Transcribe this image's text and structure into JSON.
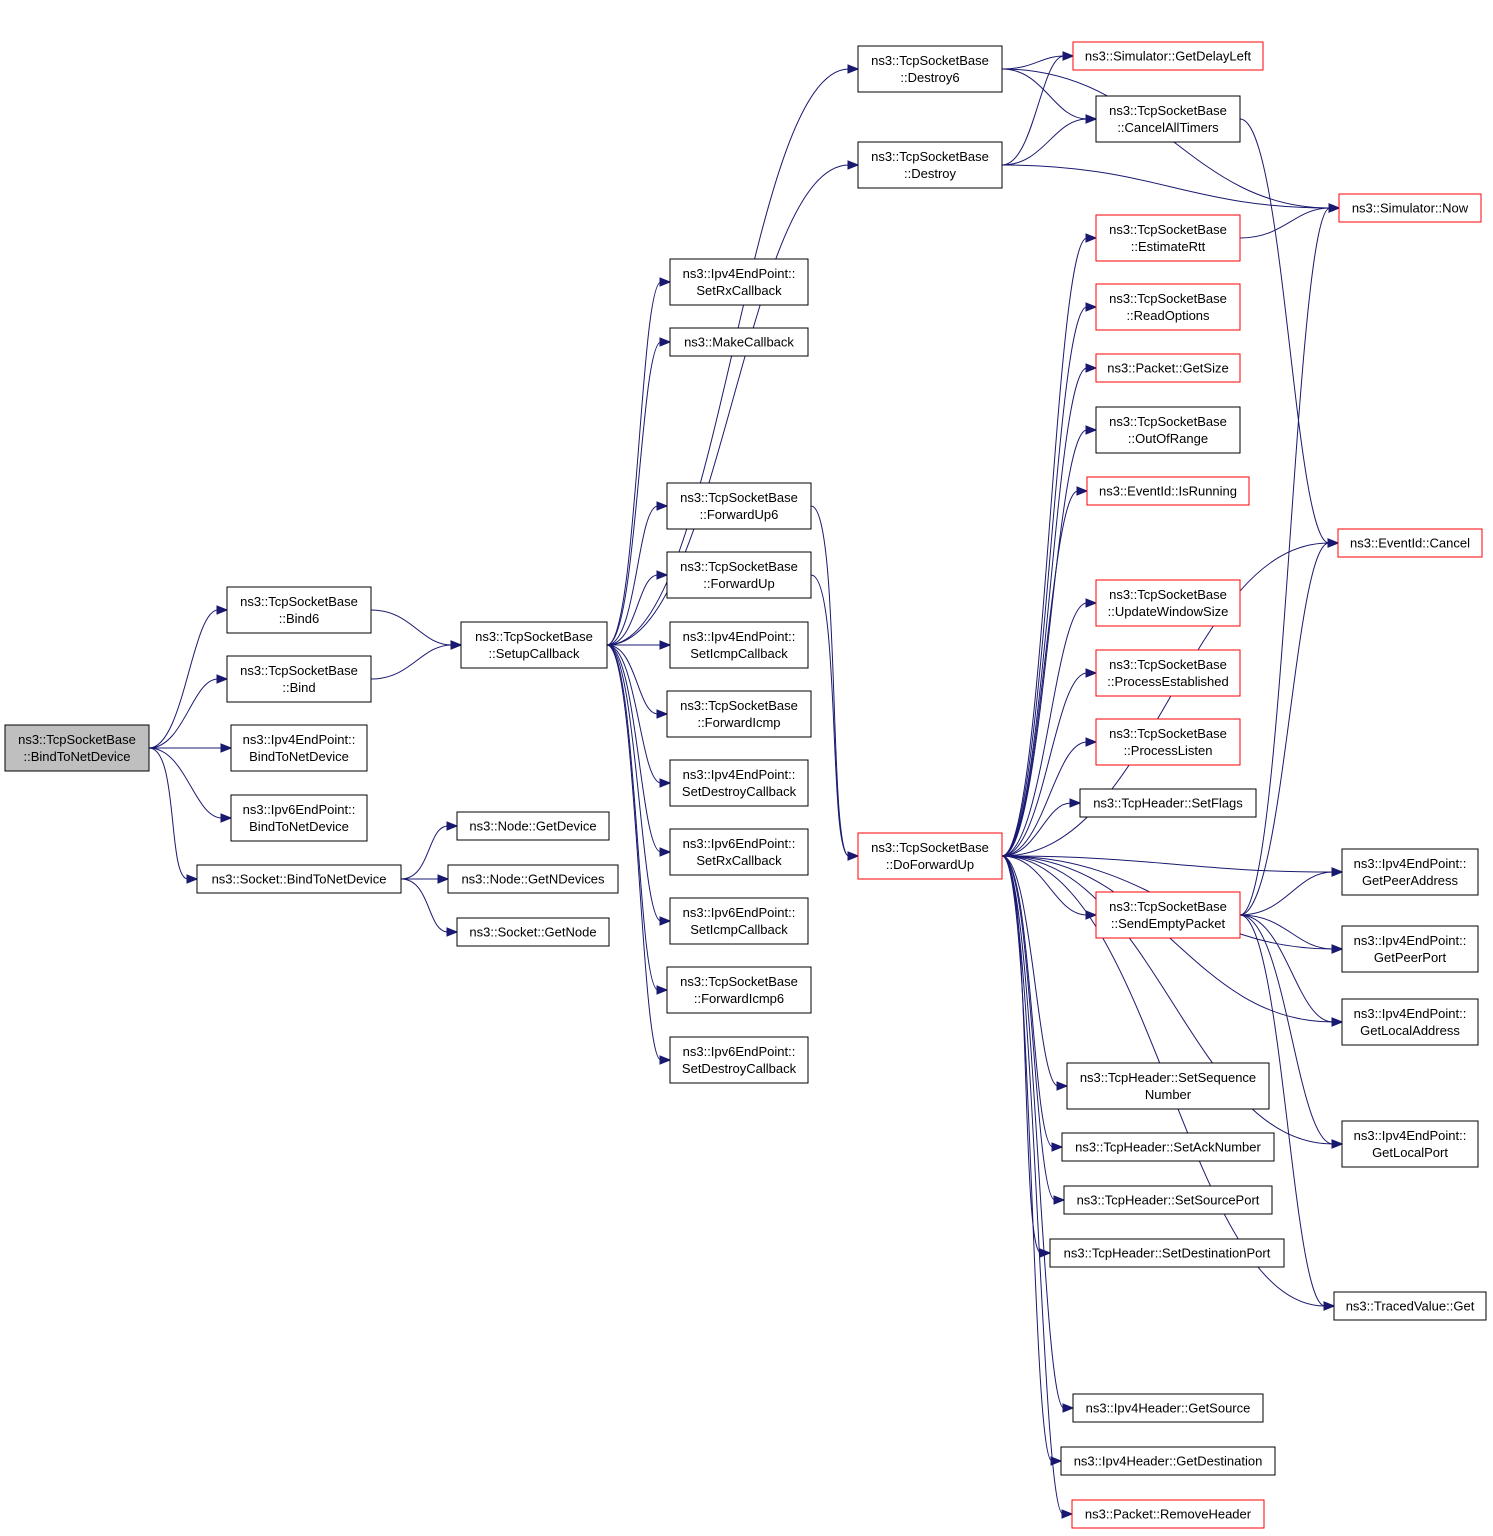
{
  "colors": {
    "edge": "#191970",
    "node_border": "#000000",
    "node_border_truncated": "#ff0000",
    "root_fill": "#bfbfbf",
    "node_fill": "#ffffff",
    "background": "#ffffff"
  },
  "nodes": [
    {
      "id": "n0",
      "lines": [
        "ns3::TcpSocketBase",
        "::BindToNetDevice"
      ],
      "root": true
    },
    {
      "id": "n1",
      "lines": [
        "ns3::TcpSocketBase",
        "::Bind6"
      ]
    },
    {
      "id": "n2",
      "lines": [
        "ns3::TcpSocketBase",
        "::Bind"
      ]
    },
    {
      "id": "n3",
      "lines": [
        "ns3::Ipv4EndPoint::",
        "BindToNetDevice"
      ]
    },
    {
      "id": "n4",
      "lines": [
        "ns3::Ipv6EndPoint::",
        "BindToNetDevice"
      ]
    },
    {
      "id": "n5",
      "lines": [
        "ns3::Socket::BindToNetDevice"
      ]
    },
    {
      "id": "n6",
      "lines": [
        "ns3::TcpSocketBase",
        "::SetupCallback"
      ]
    },
    {
      "id": "n7",
      "lines": [
        "ns3::Node::GetDevice"
      ]
    },
    {
      "id": "n8",
      "lines": [
        "ns3::Node::GetNDevices"
      ]
    },
    {
      "id": "n9",
      "lines": [
        "ns3::Socket::GetNode"
      ]
    },
    {
      "id": "n10",
      "lines": [
        "ns3::Ipv4EndPoint::",
        "SetRxCallback"
      ]
    },
    {
      "id": "n11",
      "lines": [
        "ns3::MakeCallback"
      ]
    },
    {
      "id": "n12",
      "lines": [
        "ns3::TcpSocketBase",
        "::ForwardUp6"
      ]
    },
    {
      "id": "n13",
      "lines": [
        "ns3::TcpSocketBase",
        "::ForwardUp"
      ]
    },
    {
      "id": "n14",
      "lines": [
        "ns3::Ipv4EndPoint::",
        "SetIcmpCallback"
      ]
    },
    {
      "id": "n15",
      "lines": [
        "ns3::TcpSocketBase",
        "::ForwardIcmp"
      ]
    },
    {
      "id": "n16",
      "lines": [
        "ns3::Ipv4EndPoint::",
        "SetDestroyCallback"
      ]
    },
    {
      "id": "n17",
      "lines": [
        "ns3::Ipv6EndPoint::",
        "SetRxCallback"
      ]
    },
    {
      "id": "n18",
      "lines": [
        "ns3::Ipv6EndPoint::",
        "SetIcmpCallback"
      ]
    },
    {
      "id": "n19",
      "lines": [
        "ns3::TcpSocketBase",
        "::ForwardIcmp6"
      ]
    },
    {
      "id": "n20",
      "lines": [
        "ns3::Ipv6EndPoint::",
        "SetDestroyCallback"
      ]
    },
    {
      "id": "n21",
      "lines": [
        "ns3::TcpSocketBase",
        "::Destroy6"
      ]
    },
    {
      "id": "n22",
      "lines": [
        "ns3::TcpSocketBase",
        "::Destroy"
      ]
    },
    {
      "id": "n23",
      "lines": [
        "ns3::TcpSocketBase",
        "::DoForwardUp"
      ],
      "truncated": true
    },
    {
      "id": "n24",
      "lines": [
        "ns3::Simulator::GetDelayLeft"
      ],
      "truncated": true
    },
    {
      "id": "n25",
      "lines": [
        "ns3::TcpSocketBase",
        "::CancelAllTimers"
      ]
    },
    {
      "id": "n26",
      "lines": [
        "ns3::TcpSocketBase",
        "::EstimateRtt"
      ],
      "truncated": true
    },
    {
      "id": "n27",
      "lines": [
        "ns3::TcpSocketBase",
        "::ReadOptions"
      ],
      "truncated": true
    },
    {
      "id": "n28",
      "lines": [
        "ns3::Packet::GetSize"
      ],
      "truncated": true
    },
    {
      "id": "n29",
      "lines": [
        "ns3::TcpSocketBase",
        "::OutOfRange"
      ]
    },
    {
      "id": "n30",
      "lines": [
        "ns3::EventId::IsRunning"
      ],
      "truncated": true
    },
    {
      "id": "n31",
      "lines": [
        "ns3::TcpSocketBase",
        "::UpdateWindowSize"
      ],
      "truncated": true
    },
    {
      "id": "n32",
      "lines": [
        "ns3::TcpSocketBase",
        "::ProcessEstablished"
      ],
      "truncated": true
    },
    {
      "id": "n33",
      "lines": [
        "ns3::TcpSocketBase",
        "::ProcessListen"
      ],
      "truncated": true
    },
    {
      "id": "n34",
      "lines": [
        "ns3::TcpHeader::SetFlags"
      ]
    },
    {
      "id": "n35",
      "lines": [
        "ns3::TcpSocketBase",
        "::SendEmptyPacket"
      ],
      "truncated": true
    },
    {
      "id": "n36",
      "lines": [
        "ns3::TcpHeader::SetSequence",
        "Number"
      ]
    },
    {
      "id": "n37",
      "lines": [
        "ns3::TcpHeader::SetAckNumber"
      ]
    },
    {
      "id": "n38",
      "lines": [
        "ns3::TcpHeader::SetSourcePort"
      ]
    },
    {
      "id": "n39",
      "lines": [
        "ns3::TcpHeader::SetDestinationPort"
      ]
    },
    {
      "id": "n40",
      "lines": [
        "ns3::Ipv4Header::GetSource"
      ]
    },
    {
      "id": "n41",
      "lines": [
        "ns3::Ipv4Header::GetDestination"
      ]
    },
    {
      "id": "n42",
      "lines": [
        "ns3::Packet::RemoveHeader"
      ],
      "truncated": true
    },
    {
      "id": "n43",
      "lines": [
        "ns3::Simulator::Now"
      ],
      "truncated": true
    },
    {
      "id": "n44",
      "lines": [
        "ns3::EventId::Cancel"
      ],
      "truncated": true
    },
    {
      "id": "n45",
      "lines": [
        "ns3::Ipv4EndPoint::",
        "GetPeerAddress"
      ]
    },
    {
      "id": "n46",
      "lines": [
        "ns3::Ipv4EndPoint::",
        "GetPeerPort"
      ]
    },
    {
      "id": "n47",
      "lines": [
        "ns3::Ipv4EndPoint::",
        "GetLocalAddress"
      ]
    },
    {
      "id": "n48",
      "lines": [
        "ns3::Ipv4EndPoint::",
        "GetLocalPort"
      ]
    },
    {
      "id": "n49",
      "lines": [
        "ns3::TracedValue::Get"
      ]
    }
  ],
  "edges": [
    [
      "n0",
      "n1"
    ],
    [
      "n0",
      "n2"
    ],
    [
      "n0",
      "n3"
    ],
    [
      "n0",
      "n4"
    ],
    [
      "n0",
      "n5"
    ],
    [
      "n1",
      "n6"
    ],
    [
      "n2",
      "n6"
    ],
    [
      "n5",
      "n7"
    ],
    [
      "n5",
      "n8"
    ],
    [
      "n5",
      "n9"
    ],
    [
      "n6",
      "n10"
    ],
    [
      "n6",
      "n11"
    ],
    [
      "n6",
      "n12"
    ],
    [
      "n6",
      "n13"
    ],
    [
      "n6",
      "n14"
    ],
    [
      "n6",
      "n15"
    ],
    [
      "n6",
      "n16"
    ],
    [
      "n6",
      "n17"
    ],
    [
      "n6",
      "n18"
    ],
    [
      "n6",
      "n19"
    ],
    [
      "n6",
      "n20"
    ],
    [
      "n6",
      "n21"
    ],
    [
      "n6",
      "n22"
    ],
    [
      "n12",
      "n23"
    ],
    [
      "n13",
      "n23"
    ],
    [
      "n21",
      "n24"
    ],
    [
      "n21",
      "n25"
    ],
    [
      "n21",
      "n43"
    ],
    [
      "n22",
      "n24"
    ],
    [
      "n22",
      "n25"
    ],
    [
      "n22",
      "n43"
    ],
    [
      "n25",
      "n44"
    ],
    [
      "n23",
      "n26"
    ],
    [
      "n23",
      "n27"
    ],
    [
      "n23",
      "n28"
    ],
    [
      "n23",
      "n29"
    ],
    [
      "n23",
      "n30"
    ],
    [
      "n23",
      "n44"
    ],
    [
      "n23",
      "n31"
    ],
    [
      "n23",
      "n32"
    ],
    [
      "n23",
      "n33"
    ],
    [
      "n23",
      "n34"
    ],
    [
      "n23",
      "n45"
    ],
    [
      "n23",
      "n35"
    ],
    [
      "n23",
      "n46"
    ],
    [
      "n23",
      "n47"
    ],
    [
      "n23",
      "n36"
    ],
    [
      "n23",
      "n37"
    ],
    [
      "n23",
      "n38"
    ],
    [
      "n23",
      "n39"
    ],
    [
      "n23",
      "n48"
    ],
    [
      "n23",
      "n49"
    ],
    [
      "n23",
      "n40"
    ],
    [
      "n23",
      "n41"
    ],
    [
      "n23",
      "n42"
    ],
    [
      "n26",
      "n43"
    ],
    [
      "n35",
      "n43"
    ],
    [
      "n35",
      "n44"
    ],
    [
      "n35",
      "n45"
    ],
    [
      "n35",
      "n46"
    ],
    [
      "n35",
      "n47"
    ],
    [
      "n35",
      "n48"
    ],
    [
      "n35",
      "n49"
    ]
  ]
}
